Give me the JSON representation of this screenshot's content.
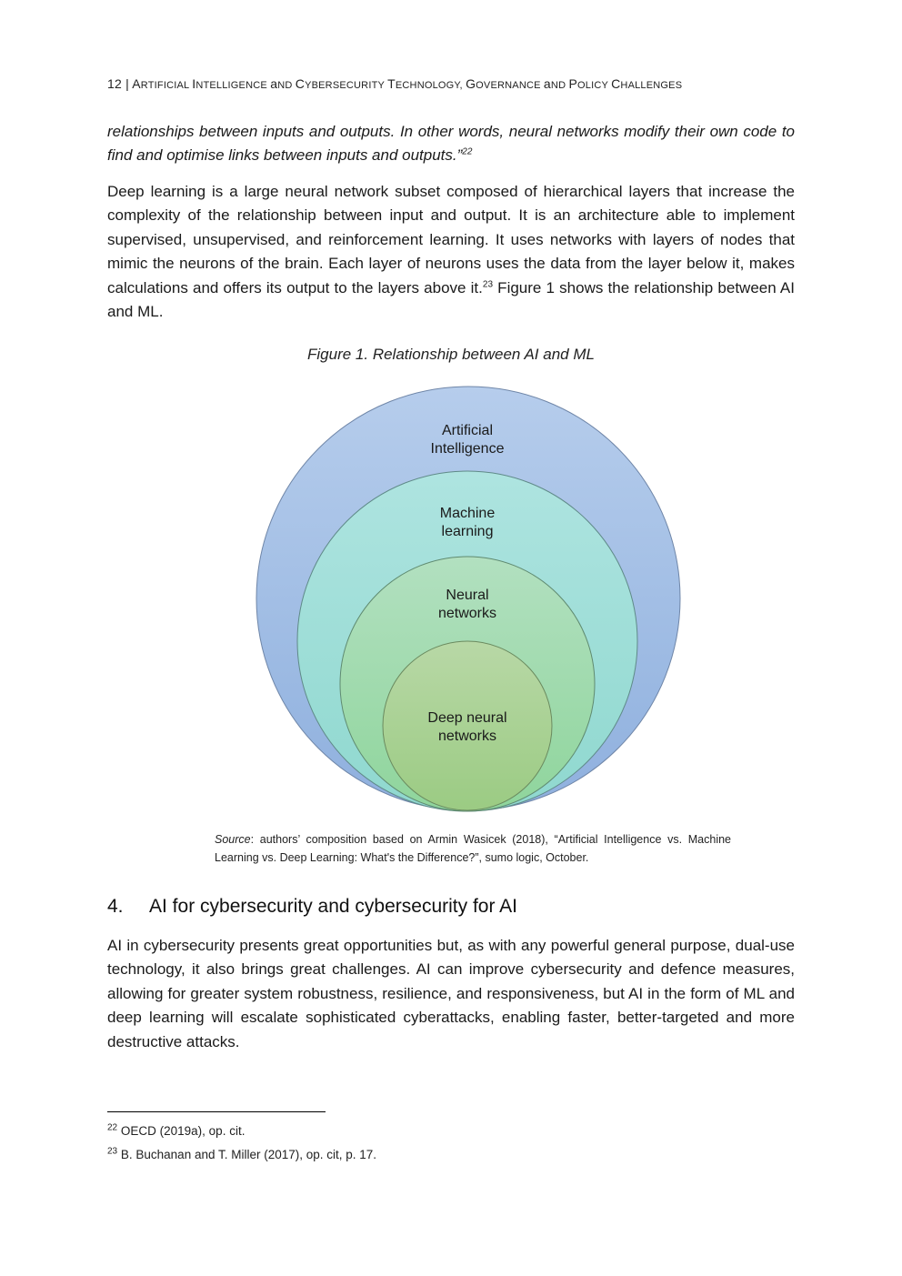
{
  "header": {
    "page_number": "12",
    "separator": "|",
    "title": "Artificial Intelligence and Cybersecurity Technology, Governance and Policy Challenges"
  },
  "quote_paragraph": {
    "text": "relationships between inputs and outputs. In other words, neural networks modify their own code to find and optimise links between inputs and outputs.”",
    "footnote_ref": "22"
  },
  "paragraph_deep_learning": {
    "text_before_ref": "Deep learning is a large neural network subset composed of hierarchical layers that increase the complexity of the relationship between input and output. It is an architecture able to implement supervised, unsupervised, and reinforcement learning. It uses networks with layers of nodes that mimic the neurons of the brain. Each layer of neurons uses the data from the layer below it, makes calculations and offers its output to the layers above it.",
    "footnote_ref": "23",
    "text_after_ref": " Figure 1 shows the relationship between AI and ML."
  },
  "figure": {
    "title": "Figure 1. Relationship between AI and ML",
    "circles": [
      {
        "line1": "Artificial",
        "line2": "Intelligence"
      },
      {
        "line1": "Machine",
        "line2": "learning"
      },
      {
        "line1": "Neural",
        "line2": "networks"
      },
      {
        "line1": "Deep neural",
        "line2": "networks"
      }
    ],
    "source_label": "Source",
    "source_text": ": authors’ composition based on Armin Wasicek (2018), “Artificial Intelligence vs. Machine Learning vs. Deep Learning: What's the Difference?”, sumo logic, October."
  },
  "section": {
    "number": "4.",
    "title": "AI for cybersecurity and cybersecurity for AI"
  },
  "paragraph_section": {
    "text": "AI in cybersecurity presents great opportunities but, as with any powerful general purpose, dual-use technology, it also brings great challenges. AI can improve cybersecurity and defence measures, allowing for greater system robustness, resilience, and responsiveness, but AI in the form of ML and deep learning will escalate sophisticated cyberattacks, enabling faster, better-targeted and more destructive attacks."
  },
  "footnotes": [
    {
      "number": "22",
      "text": "OECD (2019a), op. cit."
    },
    {
      "number": "23",
      "text": "B. Buchanan and T. Miller (2017), op. cit, p. 17."
    }
  ]
}
